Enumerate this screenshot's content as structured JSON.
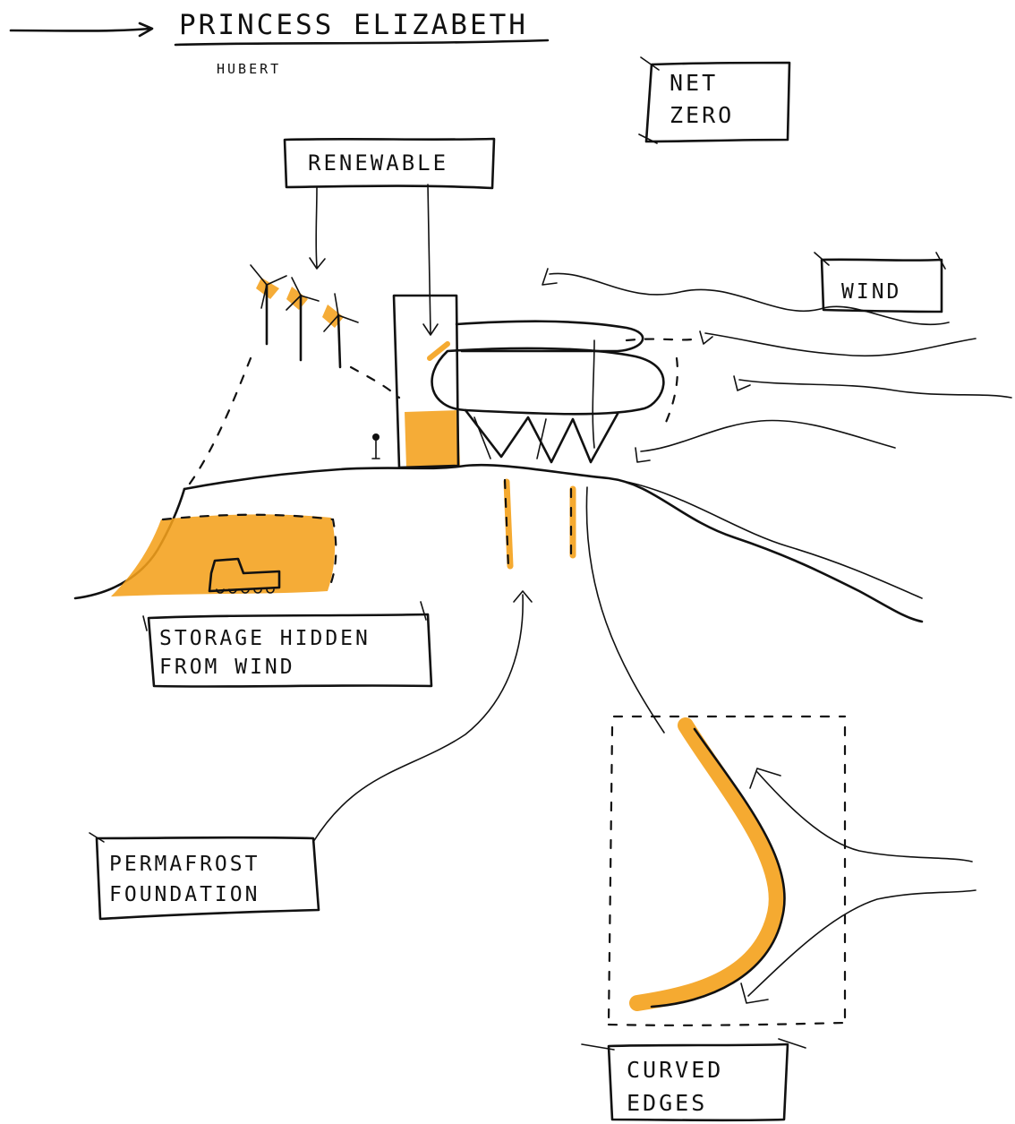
{
  "title": "PRINCESS ELIZABETH",
  "subtitle": "HUBERT",
  "labels": {
    "net_zero_line1": "NET",
    "net_zero_line2": "ZERO",
    "renewable": "RENEWABLE",
    "wind": "WIND",
    "storage_line1": "STORAGE HIDDEN",
    "storage_line2": "FROM WIND",
    "permafrost_line1": "PERMAFROST",
    "permafrost_line2": "FOUNDATION",
    "curved_line1": "CURVED",
    "curved_line2": "EDGES"
  },
  "colors": {
    "ink": "#111111",
    "marker": "#f4a11b",
    "paper": "#ffffff"
  }
}
